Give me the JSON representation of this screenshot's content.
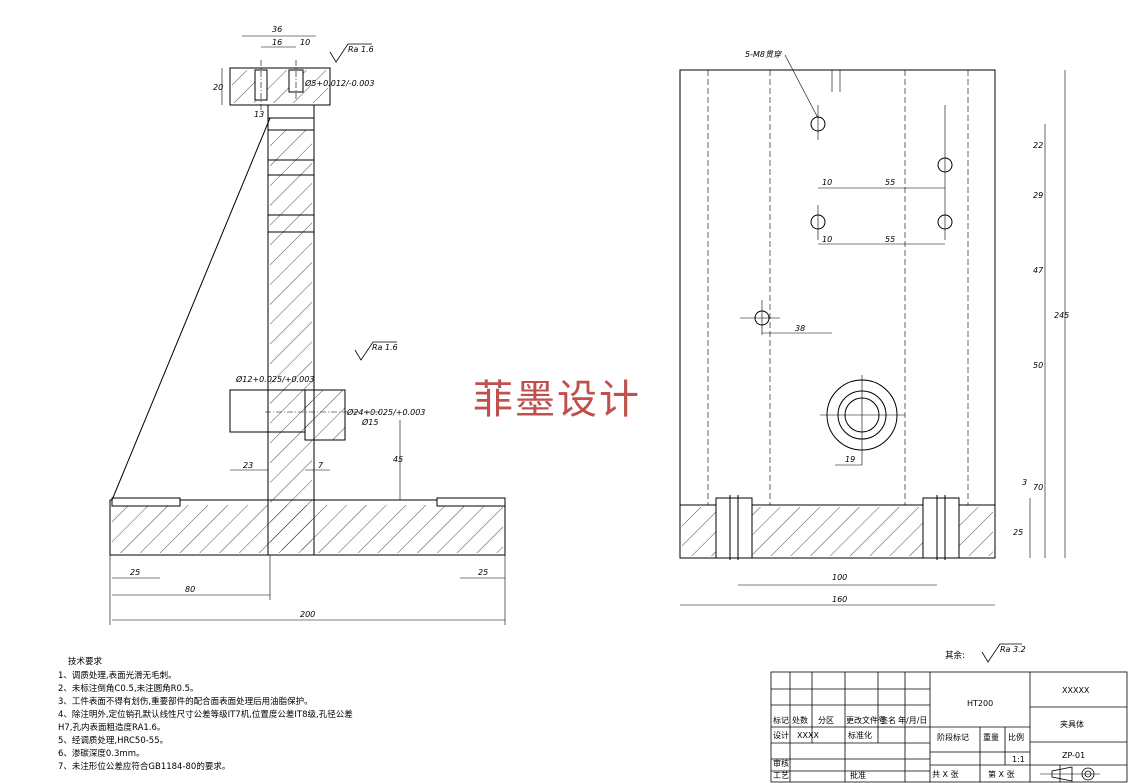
{
  "watermark": "菲墨设计",
  "left_view": {
    "dims": {
      "top_width": "36",
      "hole_spacing": "16",
      "hole_offset": "10",
      "height": "20",
      "tap_offset": "13",
      "bore_tol": "Ø5+0.012/-0.003",
      "pin_tol": "Ø12+0.025/+0.003",
      "boss_dia": "Ø24+0.025/+0.003",
      "boss_od": "Ø15",
      "boss_height": "45",
      "left_gap": "23",
      "rib": "7",
      "edge_left": "25",
      "edge_right": "25",
      "half": "80",
      "total": "200"
    },
    "roughness_top": "Ra 1.6",
    "roughness_mid": "Ra 1.6"
  },
  "right_view": {
    "dims": {
      "thread_note": "5-M8贯穿",
      "d22": "22",
      "d29": "29",
      "d47": "47",
      "d50": "50",
      "d70": "70",
      "d25": "25",
      "d3": "3",
      "d245": "245",
      "h10a": "10",
      "h55a": "55",
      "h10b": "10",
      "h55b": "55",
      "h38": "38",
      "h19": "19",
      "w100": "100",
      "w160": "160"
    }
  },
  "roughness_rest": {
    "label": "其余:",
    "value": "Ra 3.2"
  },
  "tech_requirements": {
    "title": "技术要求",
    "items": [
      "1、调质处理,表面光滑无毛刺。",
      "2、未标注倒角C0.5,未注圆角R0.5。",
      "3、工件表面不得有划伤,重要部件的配合面表面处理后用油脂保护。",
      "4、除注明外,定位销孔默认线性尺寸公差等级IT7机,位置度公差IT8级,孔径公差",
      "H7,孔内表面粗造度RA1.6。",
      "5、经调质处理,HRC50-55。",
      "6、渗碳深度0.3mm。",
      "7、未注形位公差应符合GB1184-80的要求。"
    ]
  },
  "title_block": {
    "material": "HT200",
    "company": "XXXXX",
    "part_name": "夹具体",
    "drawing_no": "ZP-01",
    "scale_label": "比例",
    "scale": "1:1",
    "weight_label": "重量",
    "stage_label": "阶段标记",
    "total_sheets": "共 X 张",
    "sheet_no": "第 X 张",
    "row_labels": [
      "标记",
      "处数",
      "分区",
      "更改文件号",
      "签名",
      "年/月/日"
    ],
    "design_label": "设计",
    "design_value": "XXXX",
    "std_label": "标准化",
    "check_label": "审核",
    "process_label": "工艺",
    "approve_label": "批准"
  }
}
